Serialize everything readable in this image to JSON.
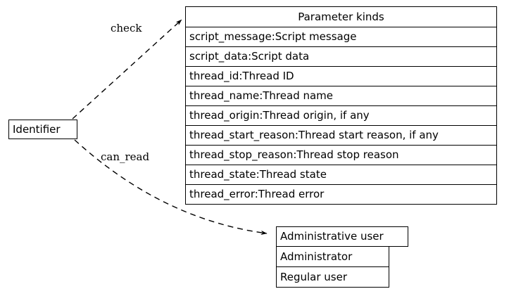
{
  "diagram": {
    "type": "graphviz-record-digraph",
    "background_color": "#ffffff",
    "line_color": "#000000",
    "text_color": "#000000",
    "edge_style": "dashed"
  },
  "nodes": {
    "identifier": {
      "label": "Identifier",
      "shape": "box"
    },
    "parameter_kinds": {
      "title": "Parameter kinds",
      "fields": [
        "script_message:Script message",
        "script_data:Script data",
        "thread_id:Thread ID",
        "thread_name:Thread name",
        "thread_origin:Thread origin, if any",
        "thread_start_reason:Thread start reason, if any",
        "thread_stop_reason:Thread stop reason",
        "thread_state:Thread state",
        "thread_error:Thread error"
      ]
    },
    "administrative_user": {
      "title": "Administrative user",
      "fields": [
        "Administrator",
        "Regular user"
      ]
    }
  },
  "edges": [
    {
      "id": "check",
      "label": "check",
      "from": "identifier",
      "to": "parameter_kinds",
      "style": "dashed",
      "arrowhead": "normal"
    },
    {
      "id": "can_read",
      "label": "can_read",
      "from": "identifier",
      "to": "administrative_user",
      "style": "dashed",
      "arrowhead": "normal"
    }
  ]
}
